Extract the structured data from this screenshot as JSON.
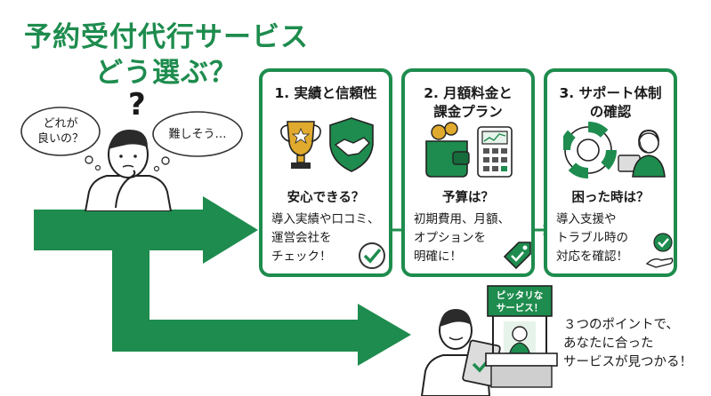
{
  "title": {
    "line1": "予約受付代行サービス",
    "line2": "どう選ぶ？"
  },
  "bubbles": {
    "left": [
      "どれが",
      "良いの？"
    ],
    "right": "難しそう…",
    "question_mark": "?"
  },
  "cards": [
    {
      "title": [
        "1. 実績と信頼性"
      ],
      "question": "安心できる？",
      "desc": [
        "導入実績や口コミ、",
        "運営会社を",
        "チェック！"
      ],
      "icons": [
        "trophy-icon",
        "handshake-shield-icon",
        "check-circle-icon"
      ]
    },
    {
      "title": [
        "2. 月額料金と",
        "課金プラン"
      ],
      "question": "予算は？",
      "desc": [
        "初期費用、月額、",
        "オプションを",
        "明確に！"
      ],
      "icons": [
        "wallet-icon",
        "calculator-icon",
        "tag-check-icon"
      ]
    },
    {
      "title": [
        "3. サポート体制",
        "の確認"
      ],
      "question": "困った時は？",
      "desc": [
        "導入支援や",
        "トラブル時の",
        "対応を確認！"
      ],
      "icons": [
        "lifebuoy-icon",
        "support-agent-icon",
        "hand-check-icon"
      ]
    }
  ],
  "sign": {
    "line1": "ピッタリな",
    "line2": "サービス！"
  },
  "final": [
    "３つのポイントで、",
    "あなたに合った",
    "サービスが見つかる！"
  ],
  "colors": {
    "brand_green": "#1e8c4e",
    "light_green": "#e6f3ea",
    "gold": "#d9a52b"
  }
}
